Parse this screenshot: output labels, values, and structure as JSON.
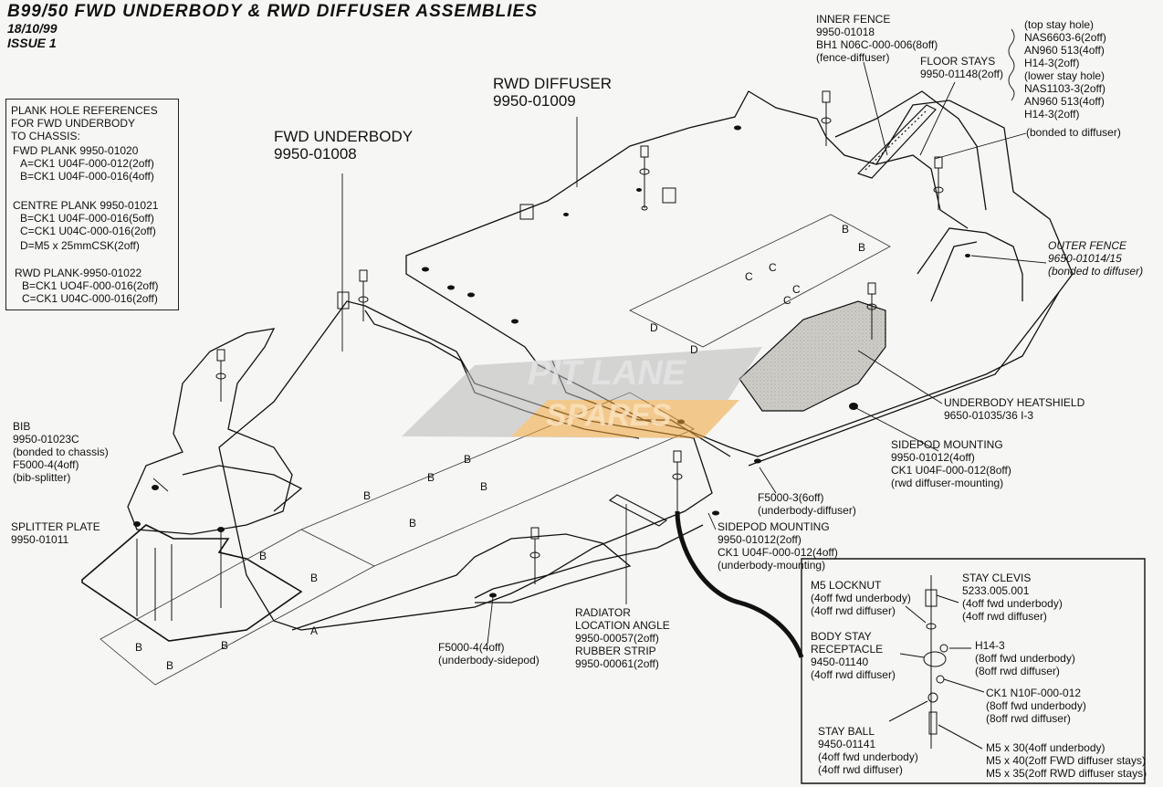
{
  "title": {
    "line1": "B99/50 FWD UNDERBODY & RWD DIFFUSER ASSEMBLIES",
    "line2": "18/10/99",
    "line3": "ISSUE 1"
  },
  "plank_box": {
    "lines": [
      "PLANK HOLE REFERENCES",
      "FOR FWD UNDERBODY",
      "TO CHASSIS:",
      "FWD PLANK 9950-01020",
      "A=CK1 U04F-000-012(2off)",
      "B=CK1 U04F-000-016(4off)",
      "CENTRE PLANK 9950-01021",
      "B=CK1 U04F-000-016(5off)",
      "C=CK1 U04C-000-016(2off)",
      "D=M5 x 25mmCSK(2off)",
      "RWD PLANK-9950-01022",
      "B=CK1 UO4F-000-016(2off)",
      "C=CK1 U04C-000-016(2off)"
    ]
  },
  "labels": {
    "fwd_underbody": [
      "FWD UNDERBODY",
      "9950-01008"
    ],
    "rwd_diffuser": [
      "RWD DIFFUSER",
      "9950-01009"
    ],
    "inner_fence": [
      "INNER FENCE",
      "9950-01018",
      "BH1 N06C-000-006(8off)",
      "(fence-diffuser)"
    ],
    "floor_stays": [
      "FLOOR STAYS",
      "9950-01148(2off)"
    ],
    "stay_hole": [
      "(top stay hole)",
      "NAS6603-6(2off)",
      "AN960 513(4off)",
      "H14-3(2off)",
      "(lower stay hole)",
      "NAS1103-3(2off)",
      "AN960 513(4off)",
      "H14-3(2off)"
    ],
    "bonded": [
      "(bonded to diffuser)"
    ],
    "outer_fence": [
      "OUTER FENCE",
      "9650-01014/15",
      "(bonded to diffuser)"
    ],
    "heatshield": [
      "UNDERBODY HEATSHIELD",
      "9650-01035/36 I-3"
    ],
    "sidepod_1": [
      "SIDEPOD MOUNTING",
      "9950-01012(4off)",
      "CK1 U04F-000-012(8off)",
      "(rwd diffuser-mounting)"
    ],
    "f5000_3": [
      "F5000-3(6off)",
      "(underbody-diffuser)"
    ],
    "sidepod_2": [
      "SIDEPOD MOUNTING",
      "9950-01012(2off)",
      "CK1 U04F-000-012(4off)",
      "(underbody-mounting)"
    ],
    "bib": [
      "BIB",
      "9950-01023C",
      "(bonded to chassis)",
      "F5000-4(4off)",
      "(bib-splitter)"
    ],
    "splitter": [
      "SPLITTER PLATE",
      "9950-01011"
    ],
    "radiator": [
      "RADIATOR",
      "LOCATION ANGLE",
      "9950-00057(2off)",
      "RUBBER STRIP",
      "9950-00061(2off)"
    ],
    "f5000_4": [
      "F5000-4(4off)",
      "(underbody-sidepod)"
    ]
  },
  "detail": {
    "locknut": [
      "M5 LOCKNUT",
      "(4off fwd underbody)",
      "(4off rwd diffuser)"
    ],
    "clevis": [
      "STAY CLEVIS",
      "5233.005.001",
      "(4off fwd underbody)",
      "(4off rwd diffuser)"
    ],
    "receptacle": [
      "BODY STAY",
      "RECEPTACLE",
      "9450-01140",
      "(4off rwd diffuser)"
    ],
    "h14": [
      "H14-3",
      "(8off fwd underbody)",
      "(8off rwd diffuser)"
    ],
    "ck1": [
      "CK1 N10F-000-012",
      "(8off fwd underbody)",
      "(8off rwd diffuser)"
    ],
    "ball": [
      "STAY BALL",
      "9450-01141",
      "(4off fwd underbody)",
      "(4off rwd diffuser)"
    ],
    "m5": [
      "M5 x 30(4off underbody)",
      "M5 x 40(2off FWD diffuser stays)",
      "M5 x 35(2off RWD diffuser stays)"
    ]
  },
  "letters": {
    "b": "B",
    "c": "C",
    "d": "D",
    "a": "A"
  },
  "watermark": {
    "line1": "PIT LANE",
    "line2": "SPARES"
  },
  "colors": {
    "ink": "#111111",
    "paper": "#f6f6f4",
    "heatshield": "#c9c7c2",
    "wm_grey": "#b9b9b9",
    "wm_orange": "#f0a33a"
  }
}
